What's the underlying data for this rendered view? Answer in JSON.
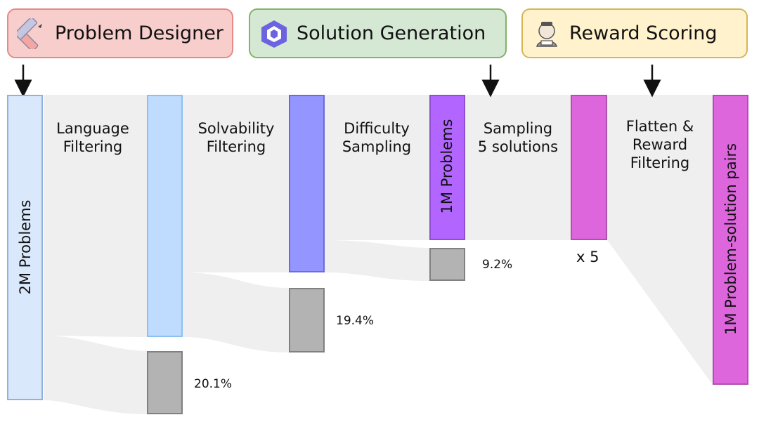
{
  "stages": {
    "problem_designer": "Problem Designer",
    "solution_generation": "Solution Generation",
    "reward_scoring": "Reward Scoring"
  },
  "steps": {
    "language_filtering": [
      "Language",
      "Filtering"
    ],
    "solvability_filtering": [
      "Solvability",
      "Filtering"
    ],
    "difficulty_sampling": [
      "Difficulty",
      "Sampling"
    ],
    "sampling_solutions": [
      "Sampling",
      "5 solutions"
    ],
    "flatten_reward": [
      "Flatten &",
      "Reward",
      "Filtering"
    ]
  },
  "nodes": {
    "start": "2M Problems",
    "mid": "1M Problems",
    "end": "1M Problem-solution pairs",
    "times": "x 5"
  },
  "drops": [
    "20.1%",
    "19.4%",
    "9.2%"
  ],
  "colors": {
    "designer_bg": "#f8cecc",
    "designer_border": "#e58a86",
    "generation_bg": "#d5e8d4",
    "generation_border": "#82b366",
    "reward_bg": "#fff2cc",
    "reward_border": "#d6b656",
    "start_node": "#dae8fc",
    "lang_node": "#bfdbfe",
    "solv_node": "#9595ff",
    "mid_node": "#b266ff",
    "sample_node": "#dd66dd",
    "end_node": "#dd66dd",
    "drop_node": "#b3b3b3",
    "flow": "#efefef"
  }
}
